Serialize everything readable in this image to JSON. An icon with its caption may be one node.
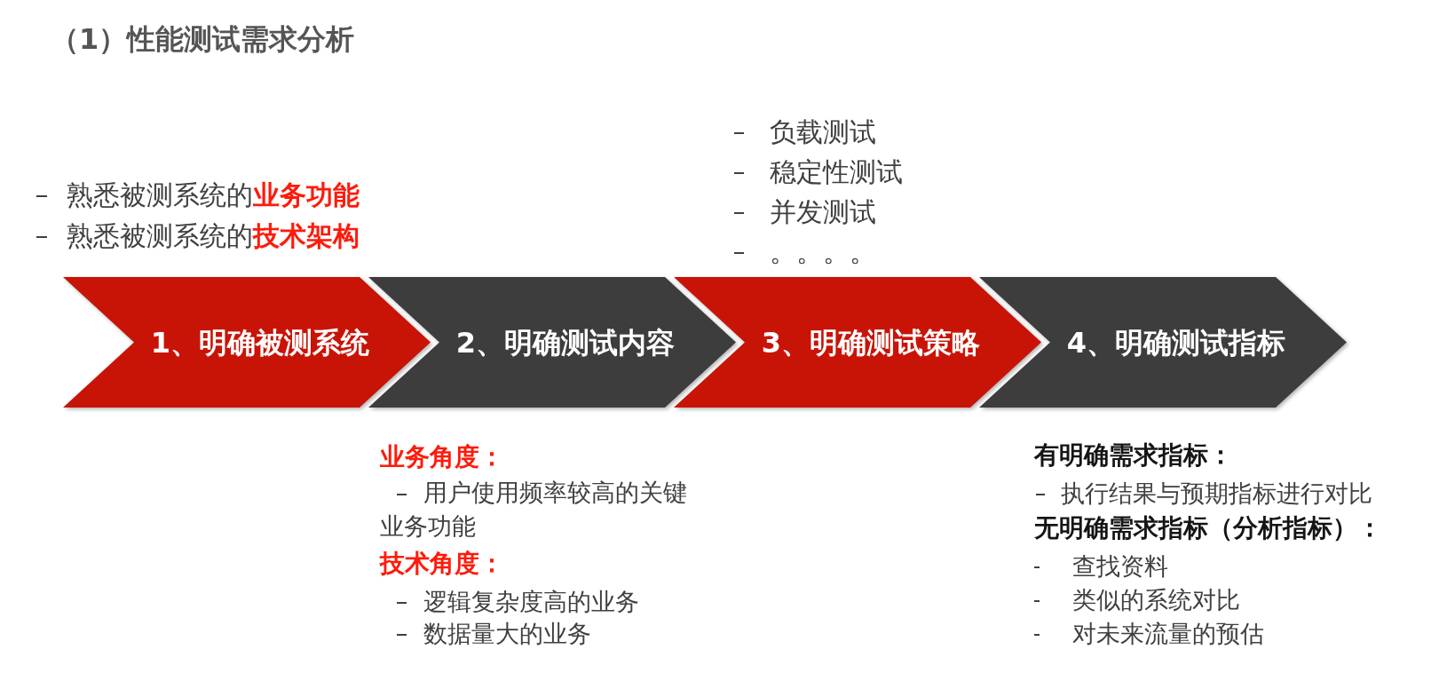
{
  "diagram": {
    "title": "（1）性能测试需求分析",
    "nodes": [
      {
        "text": [
          "1、明确被测系统"
        ],
        "beside": [
          "熟悉被测系统的**业务功能**",
          "熟悉被测系统的**技术架构**"
        ]
      },
      {
        "text": [
          "2、明确测试内容"
        ],
        "beside": [
          "业务角度：",
          "用户使用频率较高的关键业务功能",
          "技术角度：",
          "逻辑复杂度高的业务",
          "数据量大的业务"
        ]
      },
      {
        "text": [
          "3、明确测试策略"
        ],
        "beside": [
          "负载测试",
          "稳定性测试",
          "并发测试",
          "。。。。"
        ]
      },
      {
        "text": [
          "4、明确测试指标"
        ],
        "beside": [
          "有明确需求指标：",
          "执行结果与预期指标进行对比",
          "无明确需求指标（分析指标）：",
          "查找资料",
          "类似的系统对比",
          "对未来流量的预估"
        ]
      }
    ]
  }
}
